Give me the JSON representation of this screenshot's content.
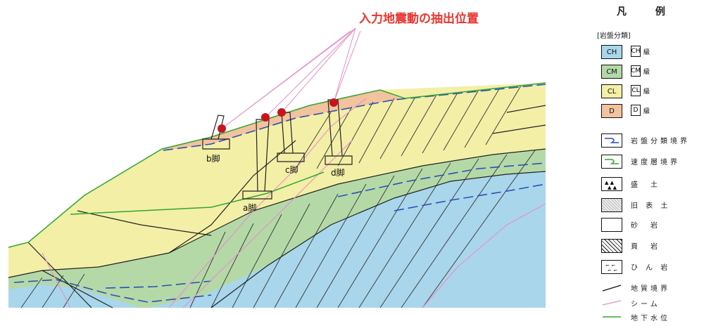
{
  "annotation": "入力地震動の抽出位置",
  "piers": {
    "a": "a脚",
    "b": "b脚",
    "c": "c脚",
    "d": "d脚"
  },
  "legend": {
    "title": "凡 例",
    "subtitle": "[岩盤分類]",
    "rock_classes": [
      {
        "code": "CH",
        "suffix": "級",
        "color": "#a9d6ea"
      },
      {
        "code": "CM",
        "suffix": "級",
        "color": "#b4d9a7"
      },
      {
        "code": "CL",
        "suffix": "級",
        "color": "#f3efa6"
      },
      {
        "code": "D",
        "suffix": "級",
        "color": "#f2c39e"
      }
    ],
    "items": [
      "岩盤分類境界",
      "速度層境界",
      "盛　土",
      "旧 表 土",
      "砂　岩",
      "頁　岩",
      "ひ ん 岩",
      "地質境界",
      "シーム",
      "地下水位"
    ]
  },
  "colors": {
    "CH": "#a9d6ea",
    "CM": "#b4d9a7",
    "CL": "#f3efa6",
    "D": "#f2c39e",
    "annotation_text": "#e8352f",
    "point": "#c8141e",
    "seam": "#e58fc8",
    "boundary_blue": "#2a4fb8",
    "water_table": "#33a532"
  }
}
